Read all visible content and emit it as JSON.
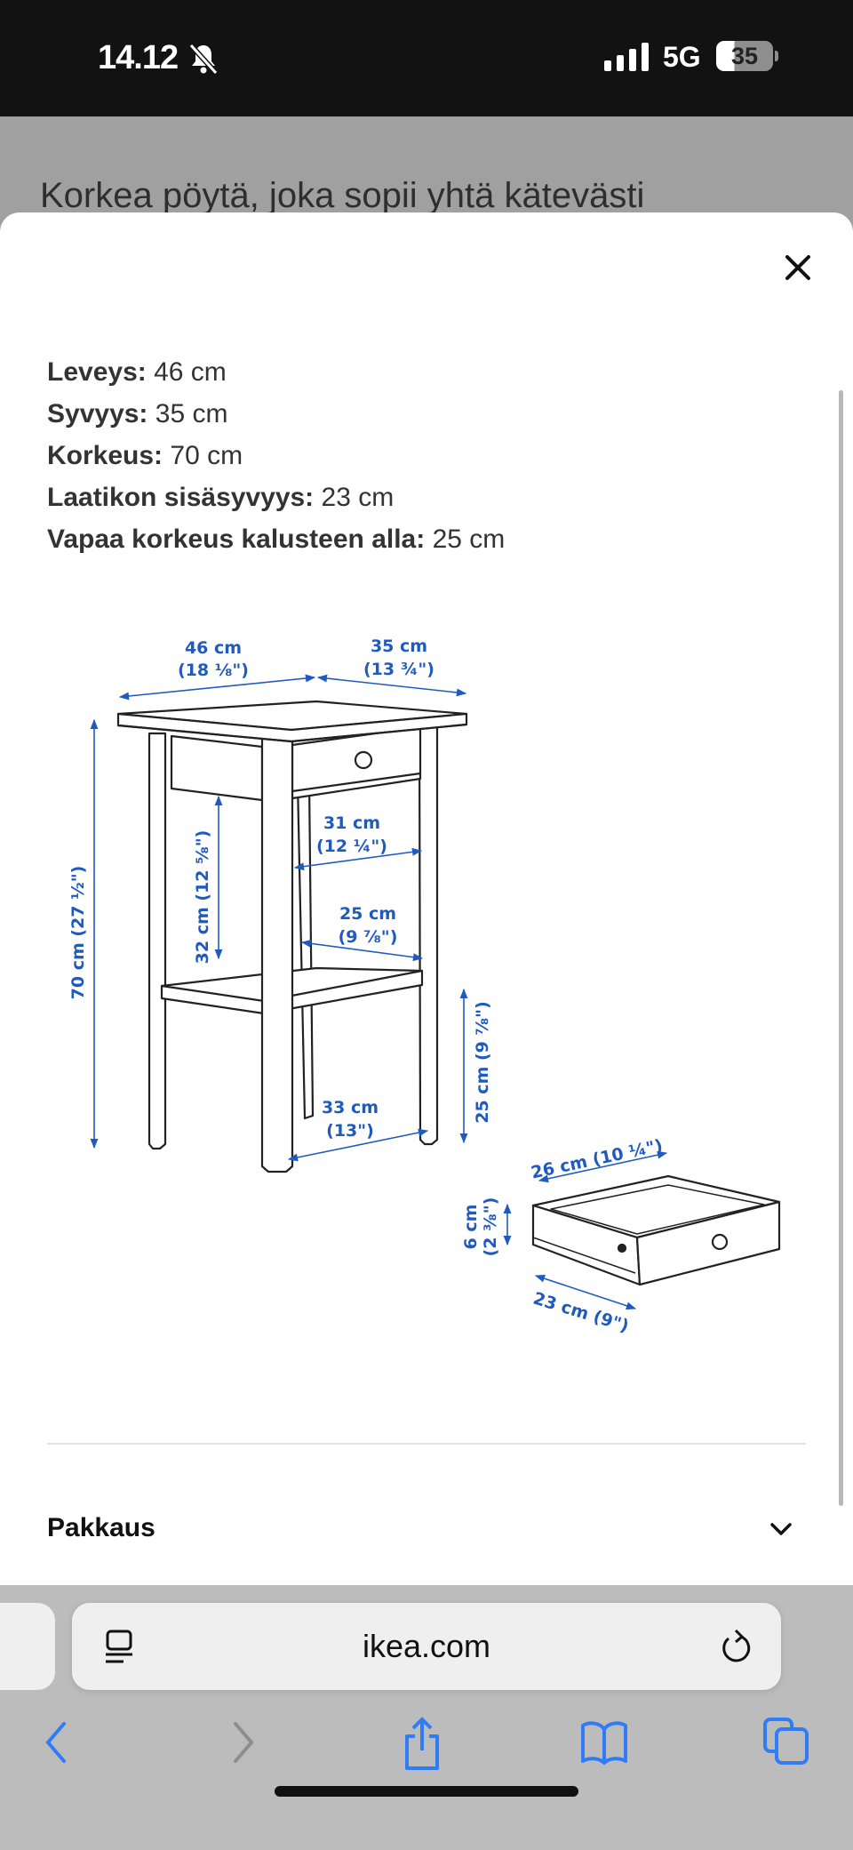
{
  "status_bar": {
    "time": "14.12",
    "network": "5G",
    "battery": "35",
    "silent_icon": "bell-slash-icon"
  },
  "background_text": "Korkea pöytä, joka sopii yhtä kätevästi",
  "sheet": {
    "close_icon": "close-icon",
    "specs": [
      {
        "label": "Leveys:",
        "value": " 46 cm"
      },
      {
        "label": "Syvyys:",
        "value": " 35 cm"
      },
      {
        "label": "Korkeus:",
        "value": " 70 cm"
      },
      {
        "label": "Laatikon sisäsyvyys:",
        "value": " 23 cm"
      },
      {
        "label": "Vapaa korkeus kalusteen alla:",
        "value": " 25 cm"
      }
    ],
    "diagram": {
      "accent": "#1f5bbf",
      "width_cm": "46 cm",
      "width_in": "(18 ⅛\")",
      "depth_cm": "35 cm",
      "depth_in": "(13 ¾\")",
      "height": "70 cm (27 ½\")",
      "clearance_upper": "32 cm (12 ⅝\")",
      "inner_width_cm": "31 cm",
      "inner_width_in": "(12 ¼\")",
      "shelf_depth_cm": "25 cm",
      "shelf_depth_in": "(9 ⅞\")",
      "clearance_lower": "25 cm (9 ⅞\")",
      "leg_span_cm": "33 cm",
      "leg_span_in": "(13\")",
      "drawer_width": "26 cm (10 ¼\")",
      "drawer_height_cm": "6 cm",
      "drawer_height_in": "(2 ⅜\")",
      "drawer_depth": "23 cm (9\")"
    },
    "section": {
      "label": "Pakkaus",
      "icon": "chevron-down-icon"
    }
  },
  "browser": {
    "url": "ikea.com",
    "accent": "#2f7cf6",
    "toolbar": [
      "back-icon",
      "forward-icon",
      "share-icon",
      "bookmarks-icon",
      "tabs-icon"
    ]
  }
}
